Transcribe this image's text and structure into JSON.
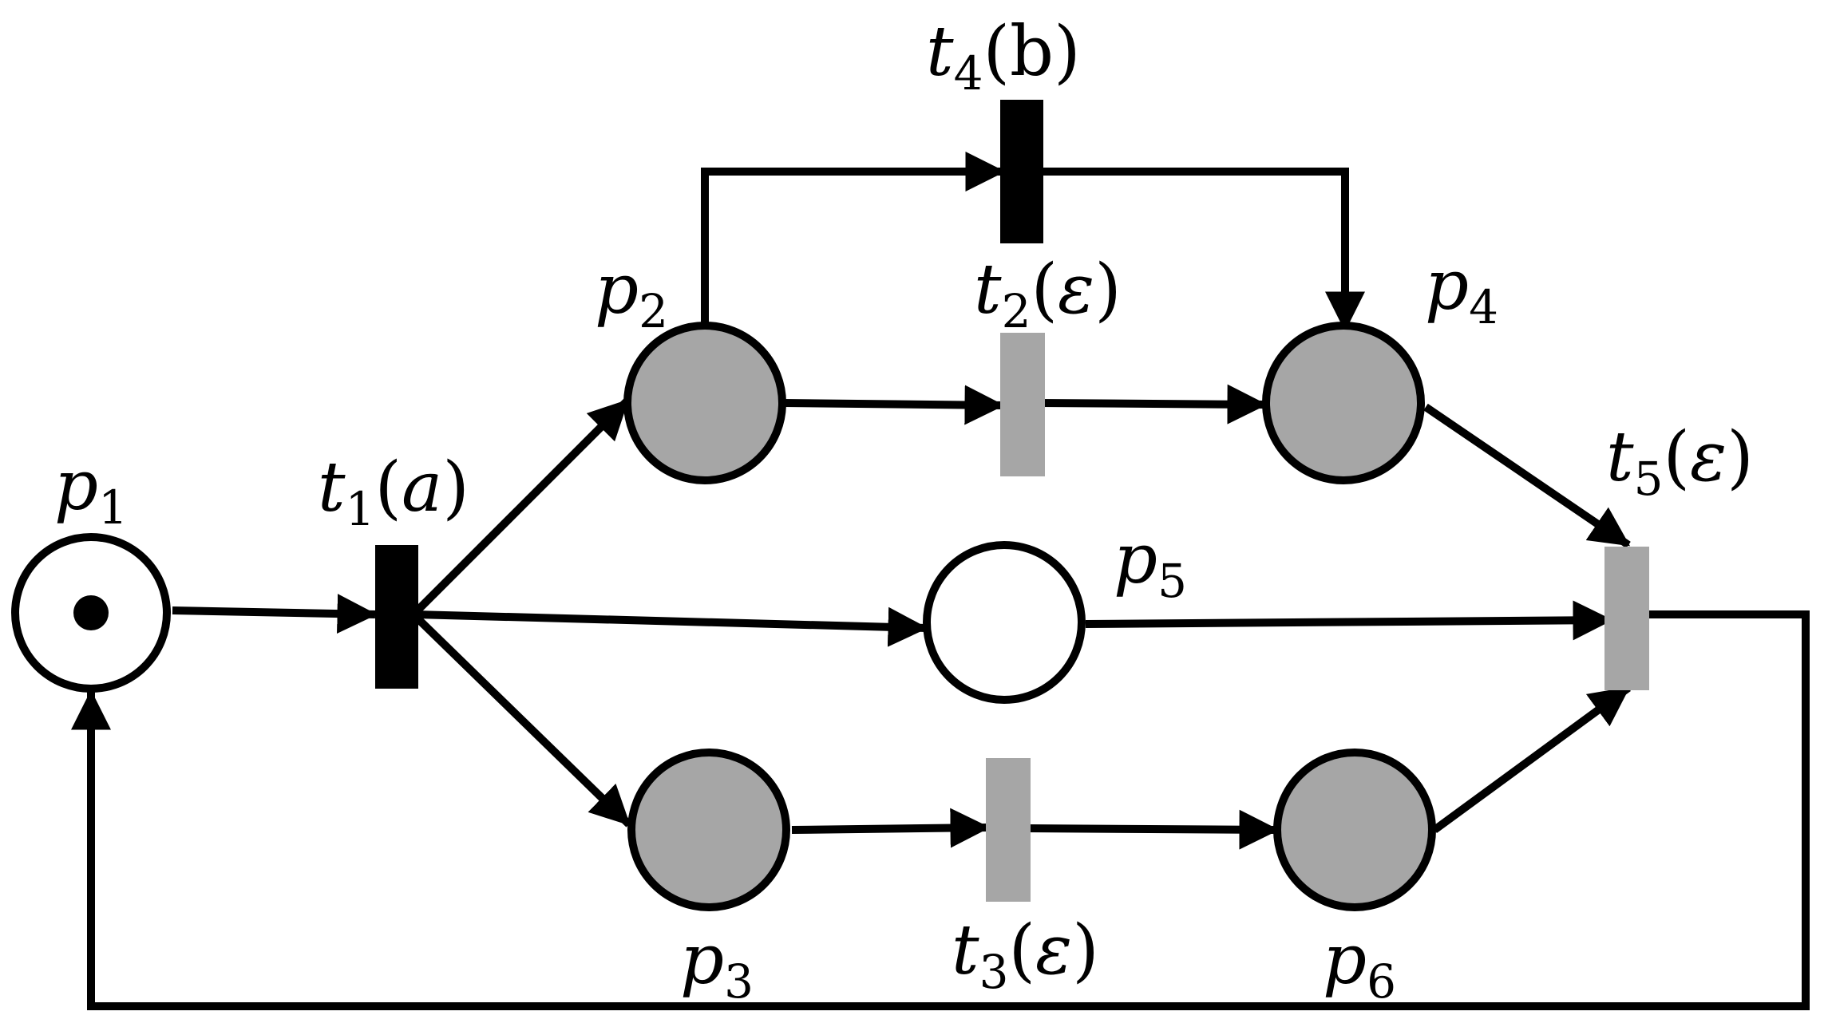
{
  "colors": {
    "stroke": "#000000",
    "place_fill_marked": "#a6a6a6",
    "place_fill_empty": "#ffffff",
    "transition_observable": "#000000",
    "transition_silent": "#a6a6a6"
  },
  "places": [
    {
      "id": "p1",
      "name": "p",
      "sub": "1",
      "fill": "empty",
      "token": true
    },
    {
      "id": "p2",
      "name": "p",
      "sub": "2",
      "fill": "marked",
      "token": false
    },
    {
      "id": "p3",
      "name": "p",
      "sub": "3",
      "fill": "marked",
      "token": false
    },
    {
      "id": "p4",
      "name": "p",
      "sub": "4",
      "fill": "marked",
      "token": false
    },
    {
      "id": "p5",
      "name": "p",
      "sub": "5",
      "fill": "empty",
      "token": false
    },
    {
      "id": "p6",
      "name": "p",
      "sub": "6",
      "fill": "marked",
      "token": false
    }
  ],
  "transitions": [
    {
      "id": "t1",
      "name": "t",
      "sub": "1",
      "label": "a",
      "label_italic": true,
      "kind": "observable"
    },
    {
      "id": "t2",
      "name": "t",
      "sub": "2",
      "label": "ε",
      "label_italic": true,
      "kind": "silent"
    },
    {
      "id": "t3",
      "name": "t",
      "sub": "3",
      "label": "ε",
      "label_italic": true,
      "kind": "silent"
    },
    {
      "id": "t4",
      "name": "t",
      "sub": "4",
      "label": "b",
      "label_italic": false,
      "kind": "observable"
    },
    {
      "id": "t5",
      "name": "t",
      "sub": "5",
      "label": "ε",
      "label_italic": true,
      "kind": "silent"
    }
  ],
  "arcs": [
    {
      "from": "p1",
      "to": "t1"
    },
    {
      "from": "t1",
      "to": "p2"
    },
    {
      "from": "t1",
      "to": "p5"
    },
    {
      "from": "t1",
      "to": "p3"
    },
    {
      "from": "p2",
      "to": "t4"
    },
    {
      "from": "t4",
      "to": "p4"
    },
    {
      "from": "p2",
      "to": "t2"
    },
    {
      "from": "t2",
      "to": "p4"
    },
    {
      "from": "p3",
      "to": "t3"
    },
    {
      "from": "t3",
      "to": "p6"
    },
    {
      "from": "p4",
      "to": "t5"
    },
    {
      "from": "p5",
      "to": "t5"
    },
    {
      "from": "p6",
      "to": "t5"
    },
    {
      "from": "t5",
      "to": "p1"
    }
  ]
}
